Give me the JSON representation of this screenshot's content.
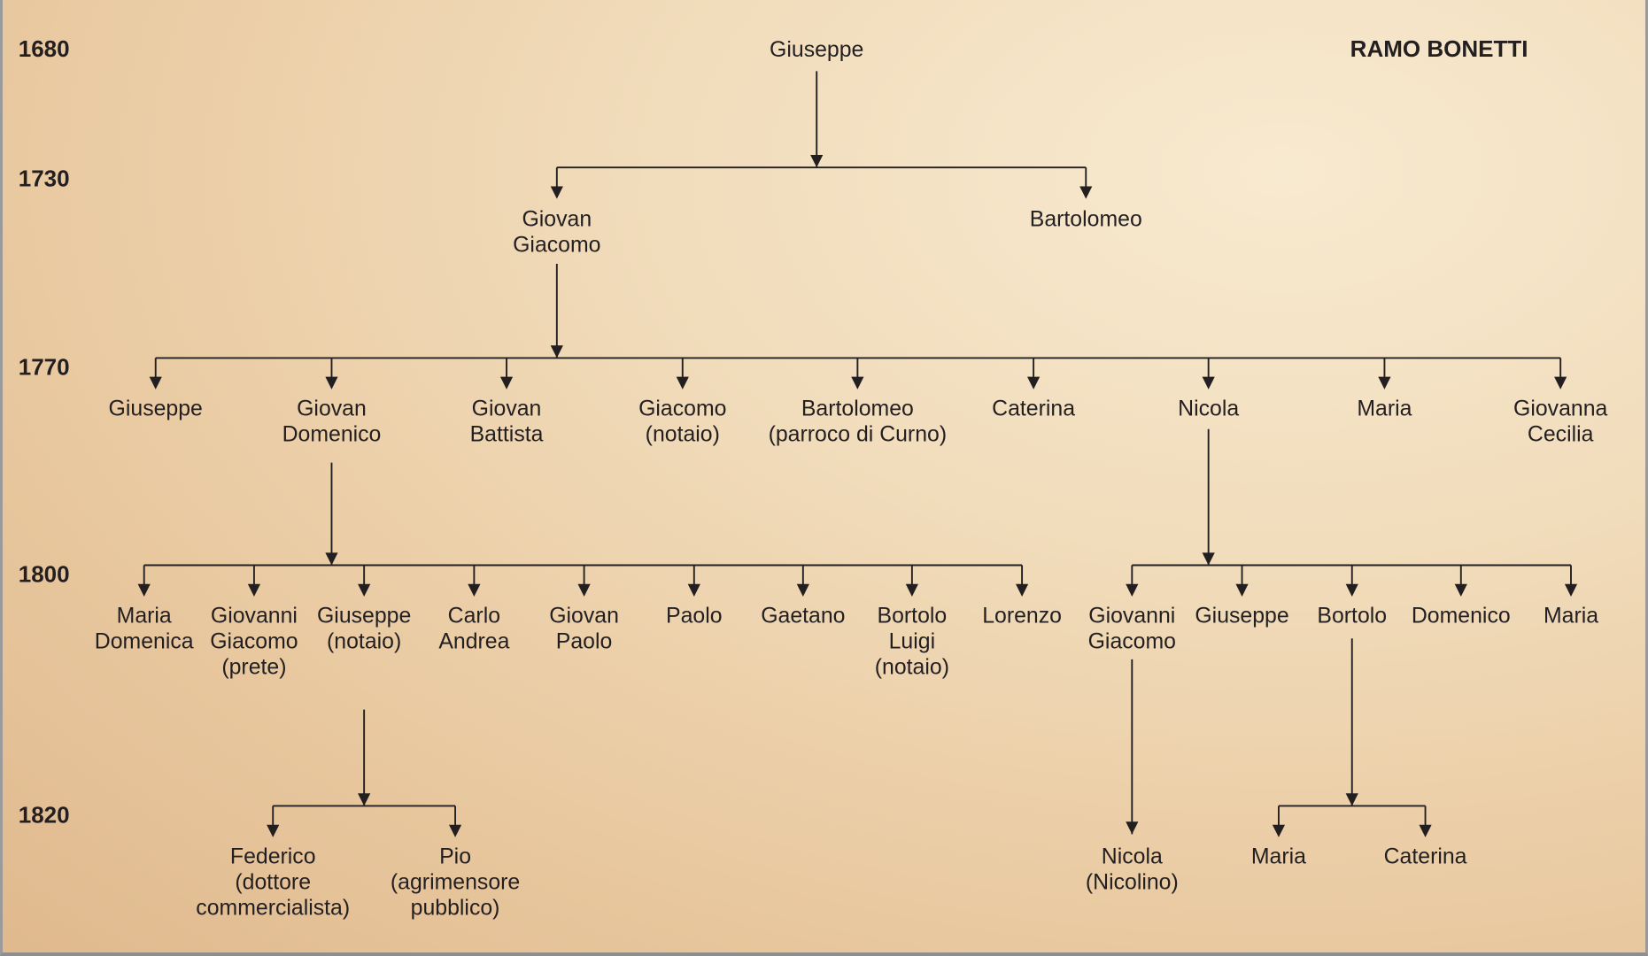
{
  "title": "RAMO BONETTI",
  "years": [
    "1680",
    "1730",
    "1770",
    "1800",
    "1820"
  ],
  "colors": {
    "ink": "#231f20",
    "background_light": "#f8ead0",
    "background_dark": "#e0b98e"
  },
  "nodes": [
    {
      "id": "g0",
      "lines": [
        "Giuseppe"
      ]
    },
    {
      "id": "gg",
      "lines": [
        "Giovan",
        "Giacomo"
      ],
      "parent": "g0"
    },
    {
      "id": "bart",
      "lines": [
        "Bartolomeo"
      ],
      "parent": "g0"
    },
    {
      "id": "c1",
      "lines": [
        "Giuseppe"
      ],
      "parent": "gg"
    },
    {
      "id": "gd",
      "lines": [
        "Giovan",
        "Domenico"
      ],
      "parent": "gg"
    },
    {
      "id": "c3",
      "lines": [
        "Giovan",
        "Battista"
      ],
      "parent": "gg"
    },
    {
      "id": "c4",
      "lines": [
        "Giacomo",
        "(notaio)"
      ],
      "parent": "gg"
    },
    {
      "id": "c5",
      "lines": [
        "Bartolomeo",
        "(parroco di Curno)"
      ],
      "parent": "gg"
    },
    {
      "id": "c6",
      "lines": [
        "Caterina"
      ],
      "parent": "gg"
    },
    {
      "id": "nic",
      "lines": [
        "Nicola"
      ],
      "parent": "gg"
    },
    {
      "id": "c8",
      "lines": [
        "Maria"
      ],
      "parent": "gg"
    },
    {
      "id": "c9",
      "lines": [
        "Giovanna",
        "Cecilia"
      ],
      "parent": "gg"
    },
    {
      "id": "d1",
      "lines": [
        "Maria",
        "Domenica"
      ],
      "parent": "gd"
    },
    {
      "id": "d2",
      "lines": [
        "Giovanni",
        "Giacomo",
        "(prete)"
      ],
      "parent": "gd"
    },
    {
      "id": "gn",
      "lines": [
        "Giuseppe",
        "(notaio)"
      ],
      "parent": "gd"
    },
    {
      "id": "d4",
      "lines": [
        "Carlo",
        "Andrea"
      ],
      "parent": "gd"
    },
    {
      "id": "d5",
      "lines": [
        "Giovan",
        "Paolo"
      ],
      "parent": "gd"
    },
    {
      "id": "d6",
      "lines": [
        "Paolo"
      ],
      "parent": "gd"
    },
    {
      "id": "d7",
      "lines": [
        "Gaetano"
      ],
      "parent": "gd"
    },
    {
      "id": "d8",
      "lines": [
        "Bortolo",
        "Luigi",
        "(notaio)"
      ],
      "parent": "gd"
    },
    {
      "id": "d9",
      "lines": [
        "Lorenzo"
      ],
      "parent": "gd"
    },
    {
      "id": "ngg",
      "lines": [
        "Giovanni",
        "Giacomo"
      ],
      "parent": "nic"
    },
    {
      "id": "n2",
      "lines": [
        "Giuseppe"
      ],
      "parent": "nic"
    },
    {
      "id": "bor",
      "lines": [
        "Bortolo"
      ],
      "parent": "nic"
    },
    {
      "id": "n4",
      "lines": [
        "Domenico"
      ],
      "parent": "nic"
    },
    {
      "id": "n5",
      "lines": [
        "Maria"
      ],
      "parent": "nic"
    },
    {
      "id": "f1",
      "lines": [
        "Federico",
        "(dottore",
        "commercialista)"
      ],
      "parent": "gn"
    },
    {
      "id": "f2",
      "lines": [
        "Pio",
        "(agrimensore",
        "pubblico)"
      ],
      "parent": "gn"
    },
    {
      "id": "nn",
      "lines": [
        "Nicola",
        "(Nicolino)"
      ],
      "parent": "ngg"
    },
    {
      "id": "b1",
      "lines": [
        "Maria"
      ],
      "parent": "bor"
    },
    {
      "id": "b2",
      "lines": [
        "Caterina"
      ],
      "parent": "bor"
    }
  ]
}
